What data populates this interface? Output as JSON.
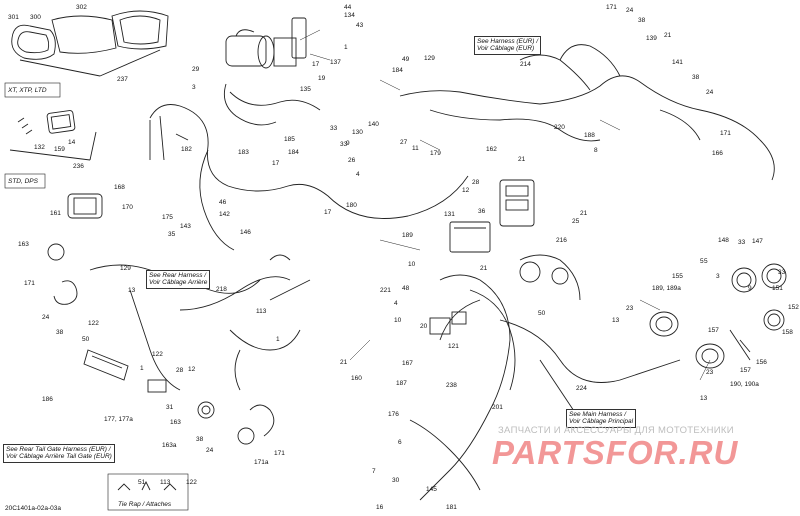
{
  "diagram_id": "20C1401a-02a-03a",
  "watermark": {
    "tagline": "ЗАПЧАСТИ И АКСЕССУАРЫ ДЛЯ МОТОТЕХНИКИ",
    "logo": "PARTSFOR.RU"
  },
  "notes": {
    "harness_eur": [
      "See Harness (EUR) /",
      "Voir Câblage (EUR)"
    ],
    "rear_harness": [
      "See Rear Harness /",
      "Voir Câblage Arrière"
    ],
    "main_harness": [
      "See Main Harness /",
      "Voir Câblage Principal"
    ],
    "tail_gate": [
      "See Rear Tail Gate Harness (EUR) /",
      "Voir Câblage Arrière Tail Gate (EUR)"
    ],
    "tie_rap": "Tie Rap / Attaches",
    "xt": "XT, XTP, LTD",
    "std": "STD, DPS"
  },
  "callouts": [
    "301",
    "300",
    "302",
    "237",
    "132",
    "159",
    "14",
    "236",
    "44",
    "134",
    "43",
    "1",
    "137",
    "29",
    "3",
    "17",
    "19",
    "135",
    "185",
    "182",
    "183",
    "168",
    "170",
    "175",
    "46",
    "142",
    "146",
    "143",
    "35",
    "161",
    "163",
    "129",
    "13",
    "171",
    "24",
    "38",
    "122",
    "50",
    "1",
    "186",
    "28",
    "12",
    "31",
    "177, 177a",
    "163",
    "38",
    "24",
    "163a",
    "171",
    "171a",
    "218",
    "113",
    "1",
    "122",
    "51",
    "113",
    "122",
    "49",
    "184",
    "140",
    "130",
    "33",
    "129",
    "27",
    "11",
    "179",
    "33",
    "9",
    "26",
    "4",
    "184",
    "17",
    "180",
    "17",
    "214",
    "220",
    "188",
    "8",
    "171",
    "24",
    "38",
    "139",
    "21",
    "141",
    "38",
    "24",
    "171",
    "166",
    "162",
    "21",
    "12",
    "28",
    "36",
    "25",
    "21",
    "216",
    "131",
    "189",
    "10",
    "21",
    "221",
    "48",
    "4",
    "10",
    "20",
    "21",
    "160",
    "121",
    "167",
    "187",
    "238",
    "201",
    "176",
    "6",
    "7",
    "30",
    "145",
    "16",
    "181",
    "50",
    "224",
    "155",
    "148",
    "33",
    "147",
    "189, 189a",
    "5",
    "157",
    "152",
    "23",
    "13",
    "151",
    "33",
    "158",
    "156",
    "157",
    "190, 190a",
    "23",
    "13",
    "3",
    "5",
    "9"
  ]
}
